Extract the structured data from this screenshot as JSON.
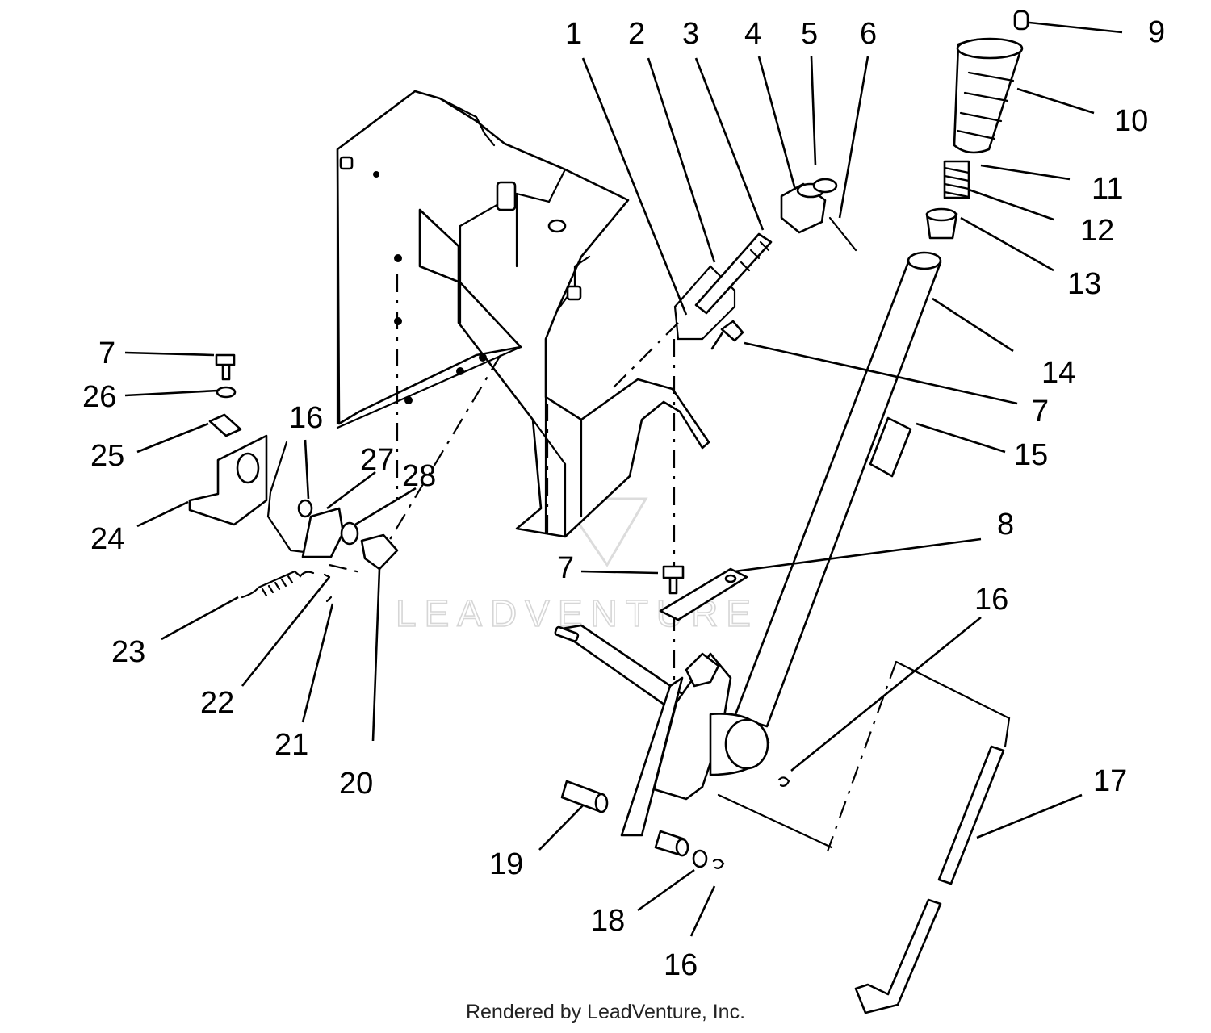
{
  "watermark": "LEADVENTURE",
  "footer": "Rendered by LeadVenture, Inc.",
  "callouts": {
    "c1": "1",
    "c2": "2",
    "c3": "3",
    "c4": "4",
    "c5": "5",
    "c6": "6",
    "c7a": "7",
    "c7b": "7",
    "c7c": "7",
    "c8": "8",
    "c9": "9",
    "c10": "10",
    "c11": "11",
    "c12": "12",
    "c13": "13",
    "c14": "14",
    "c15": "15",
    "c16a": "16",
    "c16b": "16",
    "c16c": "16",
    "c17": "17",
    "c18": "18",
    "c19": "19",
    "c20": "20",
    "c21": "21",
    "c22": "22",
    "c23": "23",
    "c24": "24",
    "c25": "25",
    "c26": "26",
    "c27": "27",
    "c28": "28"
  }
}
